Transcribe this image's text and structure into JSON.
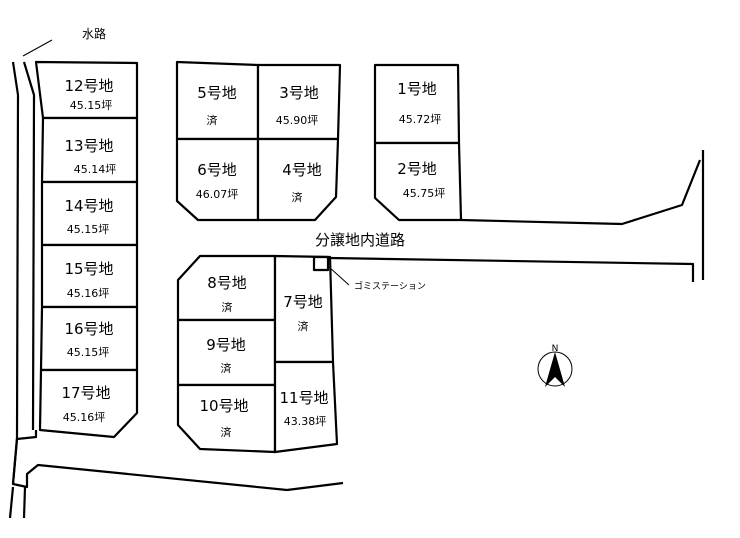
{
  "labels": {
    "waterway": "水路",
    "road": "分譲地内道路",
    "garbage_station": "ゴミステーション",
    "north": "N"
  },
  "lots": [
    {
      "id": "1",
      "name": "1号地",
      "info": "45.72坪"
    },
    {
      "id": "2",
      "name": "2号地",
      "info": "45.75坪"
    },
    {
      "id": "3",
      "name": "3号地",
      "info": "45.90坪"
    },
    {
      "id": "4",
      "name": "4号地",
      "info": "済"
    },
    {
      "id": "5",
      "name": "5号地",
      "info": "済"
    },
    {
      "id": "6",
      "name": "6号地",
      "info": "46.07坪"
    },
    {
      "id": "7",
      "name": "7号地",
      "info": "済"
    },
    {
      "id": "8",
      "name": "8号地",
      "info": "済"
    },
    {
      "id": "9",
      "name": "9号地",
      "info": "済"
    },
    {
      "id": "10",
      "name": "10号地",
      "info": "済"
    },
    {
      "id": "11",
      "name": "11号地",
      "info": "43.38坪"
    },
    {
      "id": "12",
      "name": "12号地",
      "info": "45.15坪"
    },
    {
      "id": "13",
      "name": "13号地",
      "info": "45.14坪"
    },
    {
      "id": "14",
      "name": "14号地",
      "info": "45.15坪"
    },
    {
      "id": "15",
      "name": "15号地",
      "info": "45.16坪"
    },
    {
      "id": "16",
      "name": "16号地",
      "info": "45.15坪"
    },
    {
      "id": "17",
      "name": "17号地",
      "info": "45.16坪"
    }
  ]
}
